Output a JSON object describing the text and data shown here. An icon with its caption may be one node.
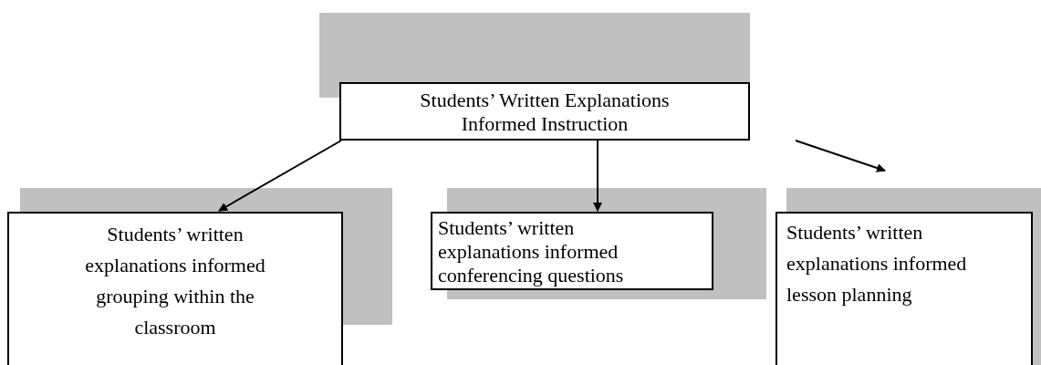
{
  "diagram": {
    "nodes": [
      {
        "text": [
          "Students’ Written Explanations Informed Instruction"
        ]
      },
      {
        "text": [
          "Students’ written explanations informed grouping within the classroom"
        ]
      },
      {
        "text": [
          "Students’ written explanations informed conferencing questions"
        ]
      },
      {
        "text": [
          "Students’ written explanations informed lesson planning"
        ]
      }
    ],
    "edges": [
      {
        "from": 0,
        "to": 1,
        "arrow": "to"
      },
      {
        "from": 0,
        "to": 2,
        "arrow": "to"
      },
      {
        "from": 0,
        "to": 3,
        "arrow": "to"
      }
    ]
  }
}
